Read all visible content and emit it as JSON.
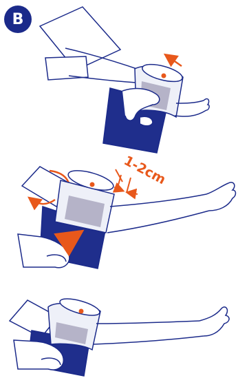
{
  "badge": {
    "label": "B",
    "color": "#1b2a8a"
  },
  "colors": {
    "line": "#1b2a8a",
    "cuff": "#1f2e8c",
    "accent": "#e8581b",
    "gray": "#b5b3c8"
  },
  "steps": [
    {
      "id": "step-1",
      "icon": "hand-wrapping-cuff-icon"
    },
    {
      "id": "step-2",
      "icon": "cuff-position-arm-icon",
      "distance_label": "1-2cm"
    },
    {
      "id": "step-3",
      "icon": "cuff-tightened-arm-icon"
    }
  ]
}
